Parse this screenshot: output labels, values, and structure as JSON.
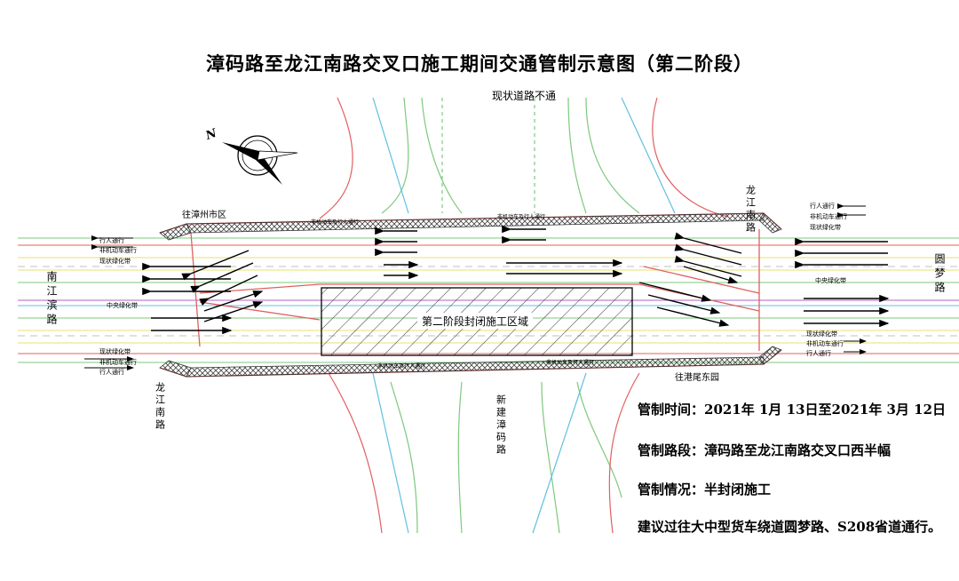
{
  "title": "漳码路至龙江南路交叉口施工期间交通管制示意图（第二阶段）",
  "labels": {
    "road_closed_north": "现状道路不通",
    "construction_zone": "第二阶段封闭施工区域",
    "left_road": "南江滨路",
    "right_road": "圆梦路",
    "top_right_road": "龙江南路",
    "bottom_left_road": "龙江南路",
    "bottom_center_road": "新建漳码路",
    "top_left_direction": "往漳州市区",
    "bottom_right_direction": "往港尾东园",
    "median_left": "中央绿化带",
    "median_right": "中央绿化带",
    "left_top_pedestrian": "行人通行",
    "left_top_nonmotor": "非机动车通行",
    "left_top_green": "现状绿化带",
    "left_bottom_green": "现状绿化带",
    "left_bottom_nonmotor": "非机动车通行",
    "left_bottom_pedestrian": "行人通行",
    "right_top_pedestrian": "行人通行",
    "right_top_nonmotor": "非机动车通行",
    "right_top_green": "现状绿化带",
    "right_bottom_green": "现状绿化带",
    "right_bottom_nonmotor": "非机动车通行",
    "right_bottom_pedestrian": "行人通行",
    "sidewalk_note_1": "非机动车及行人通行",
    "sidewalk_note_2": "非机动车及行人通行",
    "sidewalk_note_3": "非机动车及行人通行",
    "sidewalk_note_4": "非机动车及行人通行",
    "north_symbol": "N"
  },
  "info": {
    "time": "管制时间：2021年 1月 13日至2021年 3月 12日",
    "section": "管制路段：漳码路至龙江南路交叉口西半幅",
    "status": "管制情况：半封闭施工",
    "advice": "建议过往大中型货车绕道圆梦路、S208省道通行。"
  },
  "colors": {
    "road_edge": "#e06060",
    "green_line": "#7ec87e",
    "yellow_line": "#e8e070",
    "purple_line": "#b060c0",
    "cyan_line": "#60c0e0",
    "hatch": "#333333"
  }
}
